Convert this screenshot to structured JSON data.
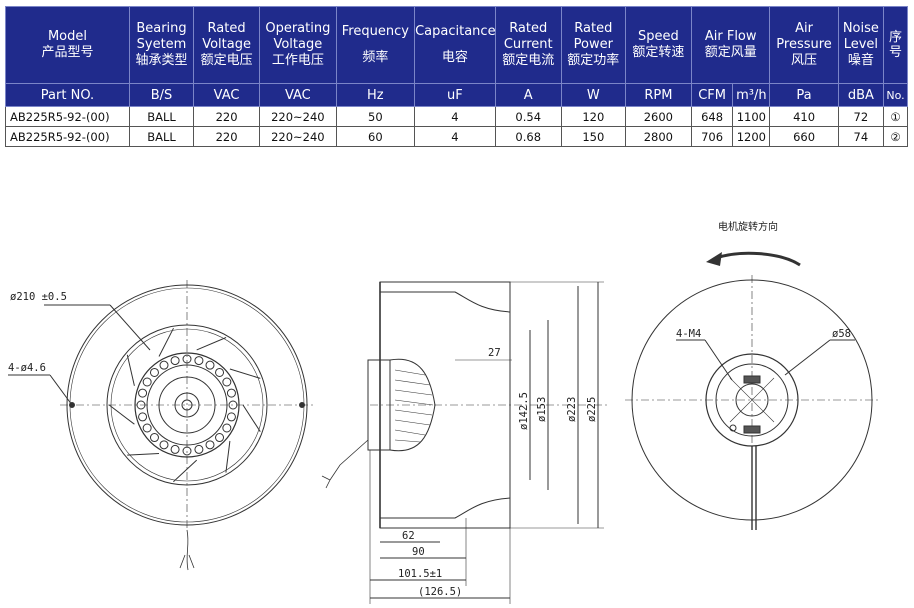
{
  "table": {
    "header_top": [
      {
        "en": "Model",
        "cn": "产品型号"
      },
      {
        "en": "Bearing Syetem",
        "cn": "轴承类型"
      },
      {
        "en": "Rated Voltage",
        "cn": "额定电压"
      },
      {
        "en": "Operating Voltage",
        "cn": "工作电压"
      },
      {
        "en": "Frequency",
        "cn": "频率"
      },
      {
        "en": "Capacitance",
        "cn": "电容"
      },
      {
        "en": "Rated Current",
        "cn": "额定电流"
      },
      {
        "en": "Rated Power",
        "cn": "额定功率"
      },
      {
        "en": "Speed",
        "cn": "额定转速"
      },
      {
        "en": "Air Flow",
        "cn": "额定风量"
      },
      {
        "en": "Air Pressure",
        "cn": "风压"
      },
      {
        "en": "Noise Level",
        "cn": "噪音"
      },
      {
        "en": "序号",
        "cn": ""
      }
    ],
    "header_units": [
      "Part NO.",
      "B/S",
      "VAC",
      "VAC",
      "Hz",
      "uF",
      "A",
      "W",
      "RPM",
      "CFM",
      "m³/h",
      "Pa",
      "dBA",
      "No."
    ],
    "rows": [
      [
        "AB225R5-92-(00)",
        "BALL",
        "220",
        "220~240",
        "50",
        "4",
        "0.54",
        "120",
        "2600",
        "648",
        "1100",
        "410",
        "72",
        "①"
      ],
      [
        "AB225R5-92-(00)",
        "BALL",
        "220",
        "220~240",
        "60",
        "4",
        "0.68",
        "150",
        "2800",
        "706",
        "1200",
        "660",
        "74",
        "②"
      ]
    ]
  },
  "drawing": {
    "front": {
      "dia": "ø210 ±0.5",
      "holes": "4-ø4.6"
    },
    "side": {
      "d1": "27",
      "d2": "ø142.5",
      "d3": "ø153",
      "d4": "ø223",
      "d5": "ø225",
      "w1": "62",
      "w2": "90",
      "w3": "101.5±1",
      "w4": "(126.5)"
    },
    "rear": {
      "rotation": "电机旋转方向",
      "screws": "4-M4",
      "hub": "ø58"
    }
  }
}
